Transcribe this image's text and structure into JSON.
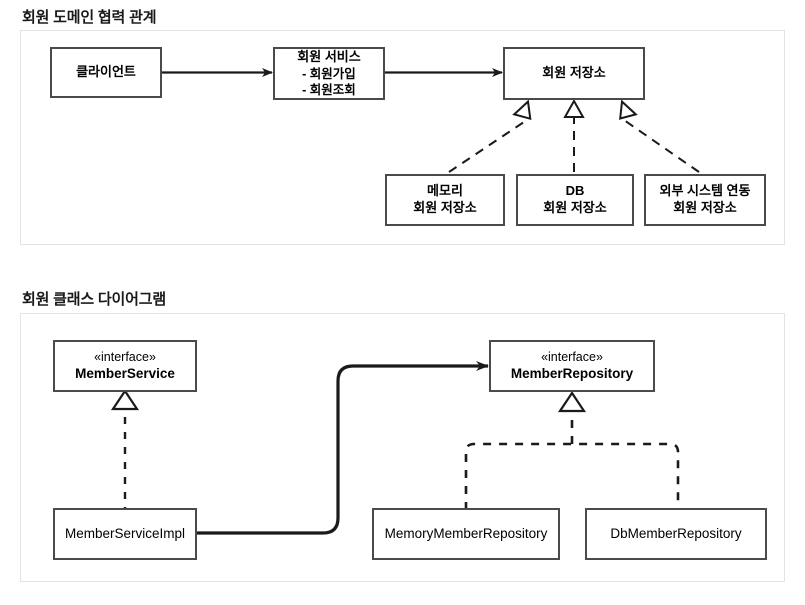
{
  "page": {
    "background": "#ffffff",
    "stroke_color": "#4a4a4a",
    "line_color": "#1a1a1a",
    "panel_border": "#e3e3e3"
  },
  "sections": [
    {
      "title": "회원 도메인 협력 관계",
      "nodes": {
        "client": {
          "label": "클라이언트"
        },
        "service": {
          "title": "회원 서비스",
          "item1": "- 회원가입",
          "item2": "- 회원조회"
        },
        "repository": {
          "label": "회원 저장소"
        },
        "memory_repo": {
          "line1": "메모리",
          "line2": "회원 저장소"
        },
        "db_repo": {
          "line1": "DB",
          "line2": "회원 저장소"
        },
        "external_repo": {
          "line1": "외부 시스템 연동",
          "line2": "회원 저장소"
        }
      }
    },
    {
      "title": "회원 클래스 다이어그램",
      "nodes": {
        "member_service": {
          "stereotype": "«interface»",
          "name": "MemberService"
        },
        "member_repository": {
          "stereotype": "«interface»",
          "name": "MemberRepository"
        },
        "member_service_impl": {
          "name": "MemberServiceImpl"
        },
        "memory_member_repository": {
          "name": "MemoryMemberRepository"
        },
        "db_member_repository": {
          "name": "DbMemberRepository"
        }
      }
    }
  ]
}
